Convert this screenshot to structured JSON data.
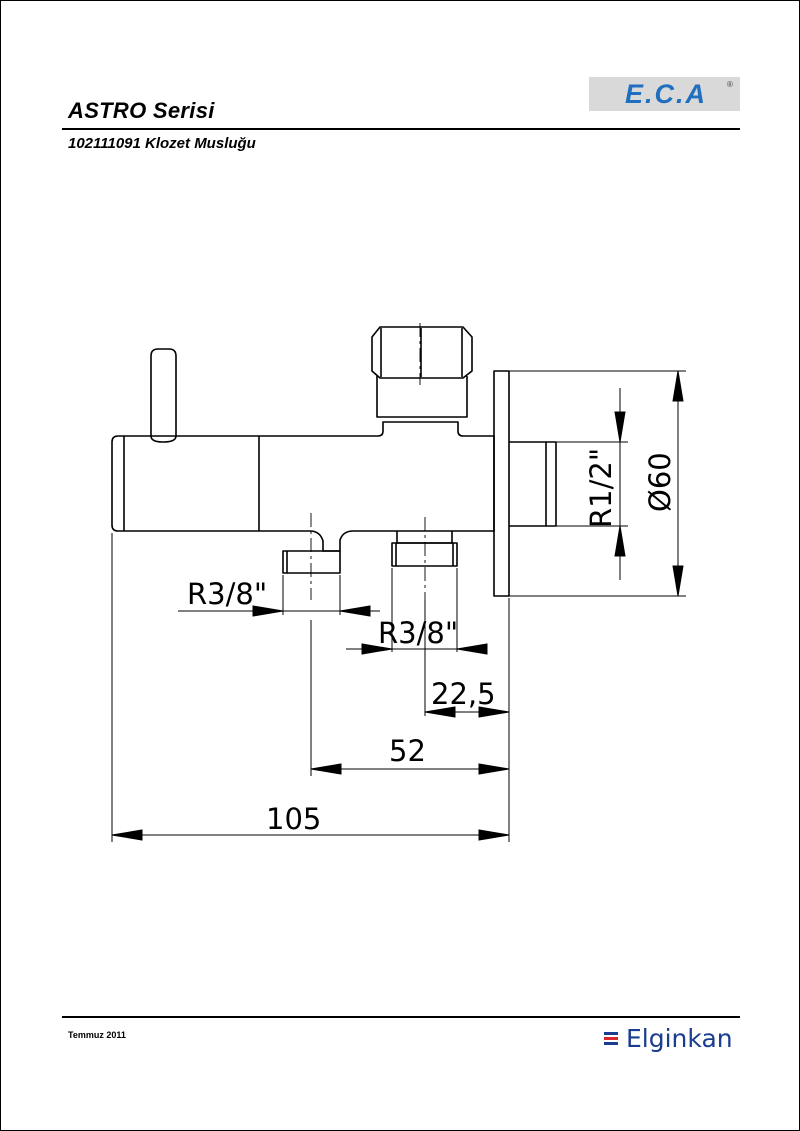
{
  "header": {
    "series": "ASTRO Serisi",
    "product": "102111091 Klozet Musluğu",
    "logo": "E.C.A",
    "logo_mark": "®"
  },
  "dimensions": {
    "thread_left": "R3/8\"",
    "thread_right": "R3/8\"",
    "offset": "22,5",
    "center_distance": "52",
    "overall_length": "105",
    "inlet_thread": "R1/2\"",
    "flange_diameter": "Ø60"
  },
  "footer": {
    "date": "Temmuz 2011",
    "brand": "Elginkan"
  },
  "colors": {
    "logo_blue": "#1f6fc1",
    "brand_blue": "#1a3d8f",
    "brand_red": "#d8262c",
    "logo_bg": "#d9d9d9"
  }
}
